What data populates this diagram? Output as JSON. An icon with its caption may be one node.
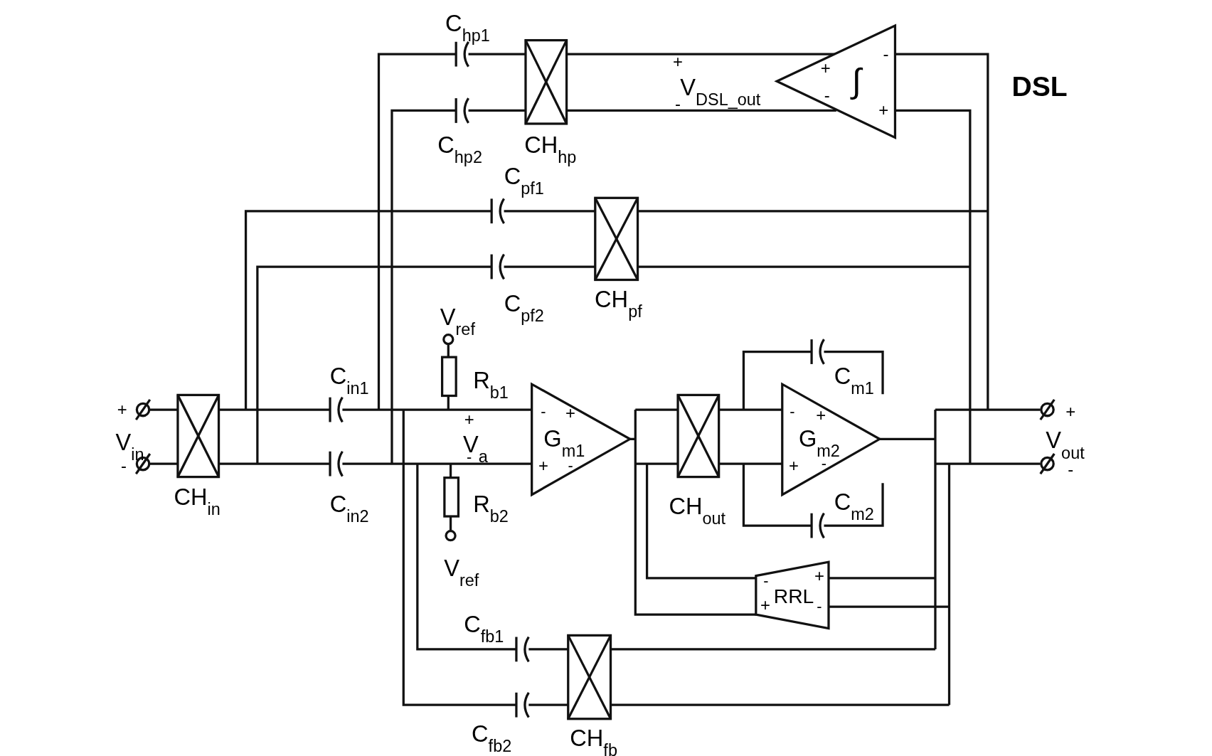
{
  "diagram": {
    "labels": [
      "C$_{hp1}$",
      "+",
      "V$_{DSL_out}$",
      "-",
      "+",
      "-",
      "∫",
      "-",
      "+",
      "DSL",
      "C$_{hp2}$",
      "CH$_{hp}$",
      "C$_{pf1}$",
      "C$_{pf2}$",
      "CH$_{pf}$",
      "V$_{ref}$",
      "C$_{in1}$",
      "R$_{b1}$",
      "C$_{m1}$",
      "-",
      "+",
      "-",
      "+",
      "+",
      "+",
      "+",
      "V$_{in}$",
      "V$_{a}$",
      "G$_{m1}$",
      "G$_{m2}$",
      "V$_{out}$",
      "-",
      "-",
      "+",
      "-",
      "+",
      "-",
      "-",
      "CH$_{in}$",
      "C$_{in2}$",
      "R$_{b2}$",
      "CH$_{out}$",
      "C$_{m2}$",
      "V$_{ref}$",
      "-",
      "+",
      "RRL",
      "+",
      "-",
      "C$_{fb1}$",
      "C$_{fb2}$",
      "CH$_{fb}$"
    ]
  }
}
